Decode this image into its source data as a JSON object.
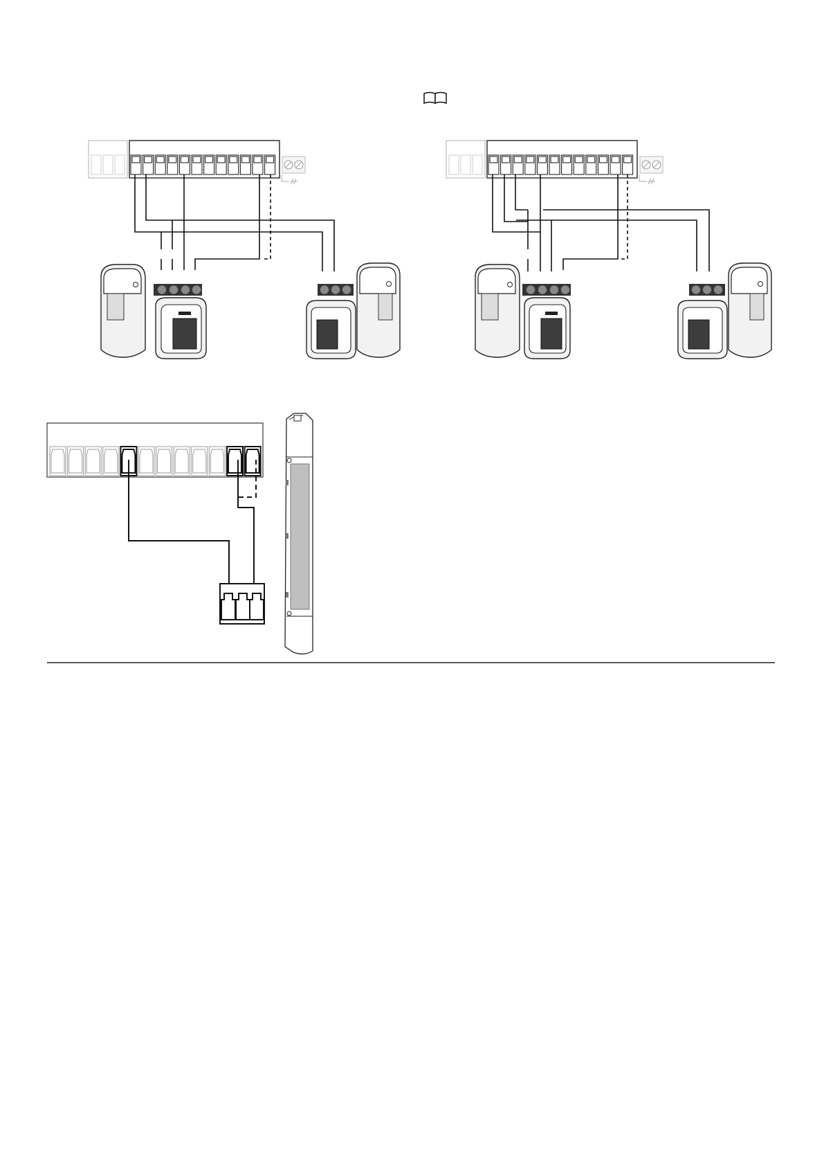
{
  "page": {
    "icon": "manual-book-icon"
  },
  "diagrams": [
    {
      "name": "photocell-wiring-left",
      "terminal_count": 12,
      "sensor_dots": 4,
      "receiver_dots": 3
    },
    {
      "name": "photocell-wiring-right",
      "terminal_count": 12,
      "sensor_dots": 4,
      "receiver_dots": 3
    },
    {
      "name": "safety-edge-wiring",
      "terminal_count": 12,
      "connector_poles": 3
    }
  ]
}
